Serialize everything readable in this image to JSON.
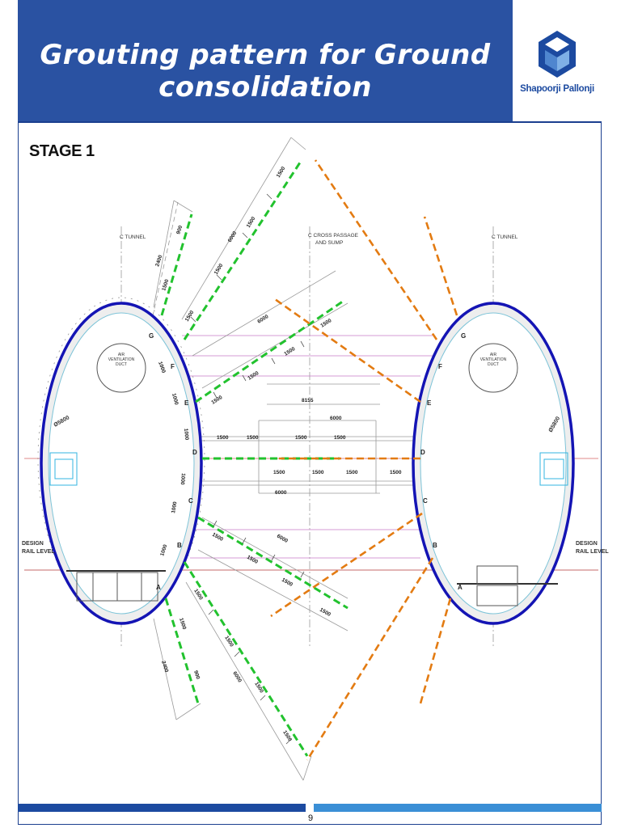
{
  "slide": {
    "title": "Grouting pattern for Ground consolidation",
    "stage": "STAGE 1",
    "page_number": "9",
    "logo_text": "Shapoorji Pallonji",
    "colors": {
      "header": "#2a52a2",
      "tunnel_ring": "#1414b4",
      "grout_green": "#22c22e",
      "grout_orange": "#e37b12",
      "footer_dark": "#1c4aa0",
      "footer_light": "#3a8fd6"
    }
  },
  "drawing": {
    "left_tunnel": {
      "centerline_label": "C TUNNEL",
      "diameter_label": "Ø5800",
      "duct_label": [
        "AIR",
        "VENTILATION",
        "DUCT"
      ],
      "points": [
        "G",
        "F",
        "E",
        "D",
        "C",
        "B",
        "A"
      ],
      "rail_label": [
        "DESIGN",
        "RAIL LEVEL"
      ]
    },
    "right_tunnel": {
      "centerline_label": "C TUNNEL",
      "diameter_label": "Ø5800",
      "duct_label": [
        "AIR",
        "VENTILATION",
        "DUCT"
      ],
      "points": [
        "G",
        "F",
        "E",
        "D",
        "C",
        "B",
        "A"
      ],
      "rail_label": [
        "DESIGN",
        "RAIL LEVEL"
      ]
    },
    "cross_passage_label": [
      "C CROSS PASSAGE",
      "AND SUMP"
    ],
    "dims": {
      "upper_left_2400": "2400",
      "upper_left_900": "900",
      "upper_left_1500": "1500",
      "upper_6000": "6000",
      "upper_1500_a": "1500",
      "upper_1500_b": "1500",
      "upper_1500_c": "1500",
      "upper_1500_d": "1500",
      "mid_upper_6000": "6000",
      "mid_upper_1500_a": "1500",
      "mid_upper_1500_b": "1500",
      "mid_upper_1500_c": "1500",
      "mid_upper_1500_d": "1500",
      "arc_1000_a": "1000",
      "arc_1000_b": "1000",
      "arc_1000_c": "1000",
      "arc_1000_d": "1000",
      "arc_1000_e": "1000",
      "arc_1000_f": "1000",
      "span_8155": "8155",
      "span_6000_top": "6000",
      "row_top": [
        "1500",
        "1500",
        "1500",
        "1500"
      ],
      "row_bottom": [
        "1500",
        "1500",
        "1500",
        "1500"
      ],
      "span_6000_bottom": "6000",
      "lower_6000": "6000",
      "lower_1500_a": "1500",
      "lower_1500_b": "1500",
      "lower_1500_c": "1500",
      "lower_1500_d": "1500",
      "bottom_1500_a": "1500",
      "bottom_1500_b": "1500",
      "bottom_1500_c": "1500",
      "bottom_1500_d": "1500",
      "bottom_2400": "2400",
      "bottom_900": "900",
      "bottom_6000": "6000"
    }
  }
}
